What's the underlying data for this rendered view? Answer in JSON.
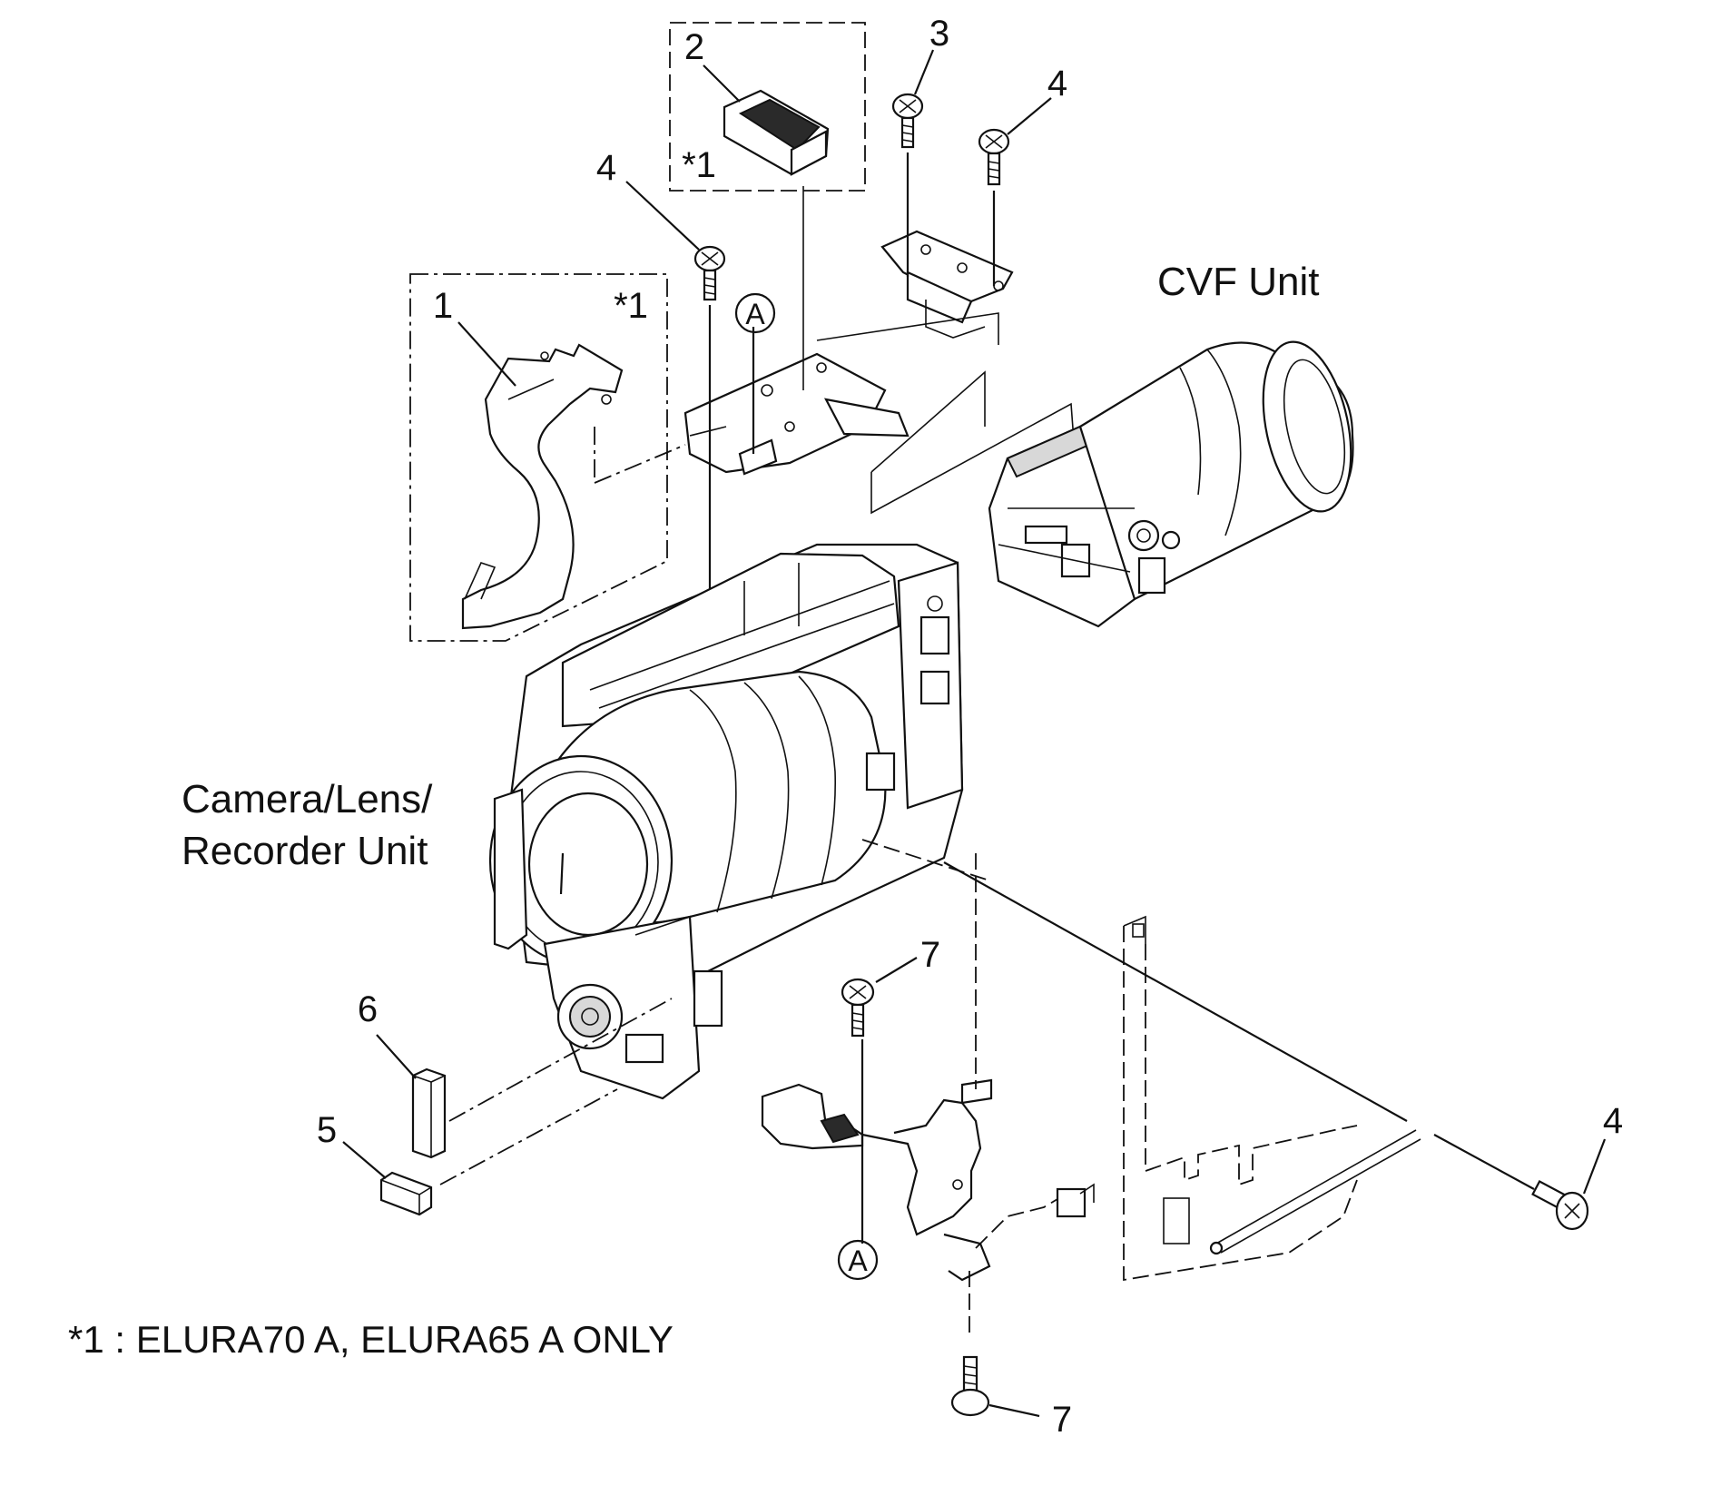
{
  "callouts": {
    "c1": "1",
    "c2": "2",
    "c3": "3",
    "c4a": "4",
    "c4b": "4",
    "c4c": "4",
    "c5": "5",
    "c6": "6",
    "c7a": "7",
    "c7b": "7",
    "star1a": "*1",
    "star1b": "*1",
    "refA1": "A",
    "refA2": "A"
  },
  "labels": {
    "cvf_unit": "CVF Unit",
    "camera_line1": "Camera/Lens/",
    "camera_line2": "Recorder Unit"
  },
  "footnote": "*1 : ELURA70 A, ELURA65 A ONLY",
  "icons": [
    "screw-icon",
    "circled-letter-icon"
  ]
}
